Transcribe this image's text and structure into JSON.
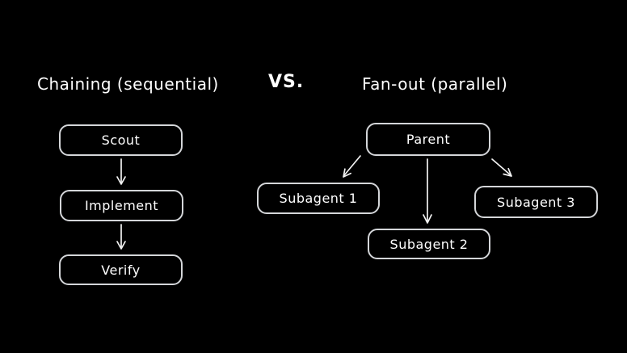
{
  "headings": {
    "left": "Chaining (sequential)",
    "vs": "VS.",
    "right": "Fan-out (parallel)"
  },
  "chaining": {
    "nodes": [
      {
        "label": "Scout"
      },
      {
        "label": "Implement"
      },
      {
        "label": "Verify"
      }
    ]
  },
  "fanout": {
    "parent": {
      "label": "Parent"
    },
    "children": [
      {
        "label": "Subagent 1"
      },
      {
        "label": "Subagent 2"
      },
      {
        "label": "Subagent 3"
      }
    ]
  },
  "colors": {
    "background": "#000000",
    "node_border": "#d4d6d9",
    "text": "#ffffff",
    "arrow": "#f2f2f2"
  }
}
